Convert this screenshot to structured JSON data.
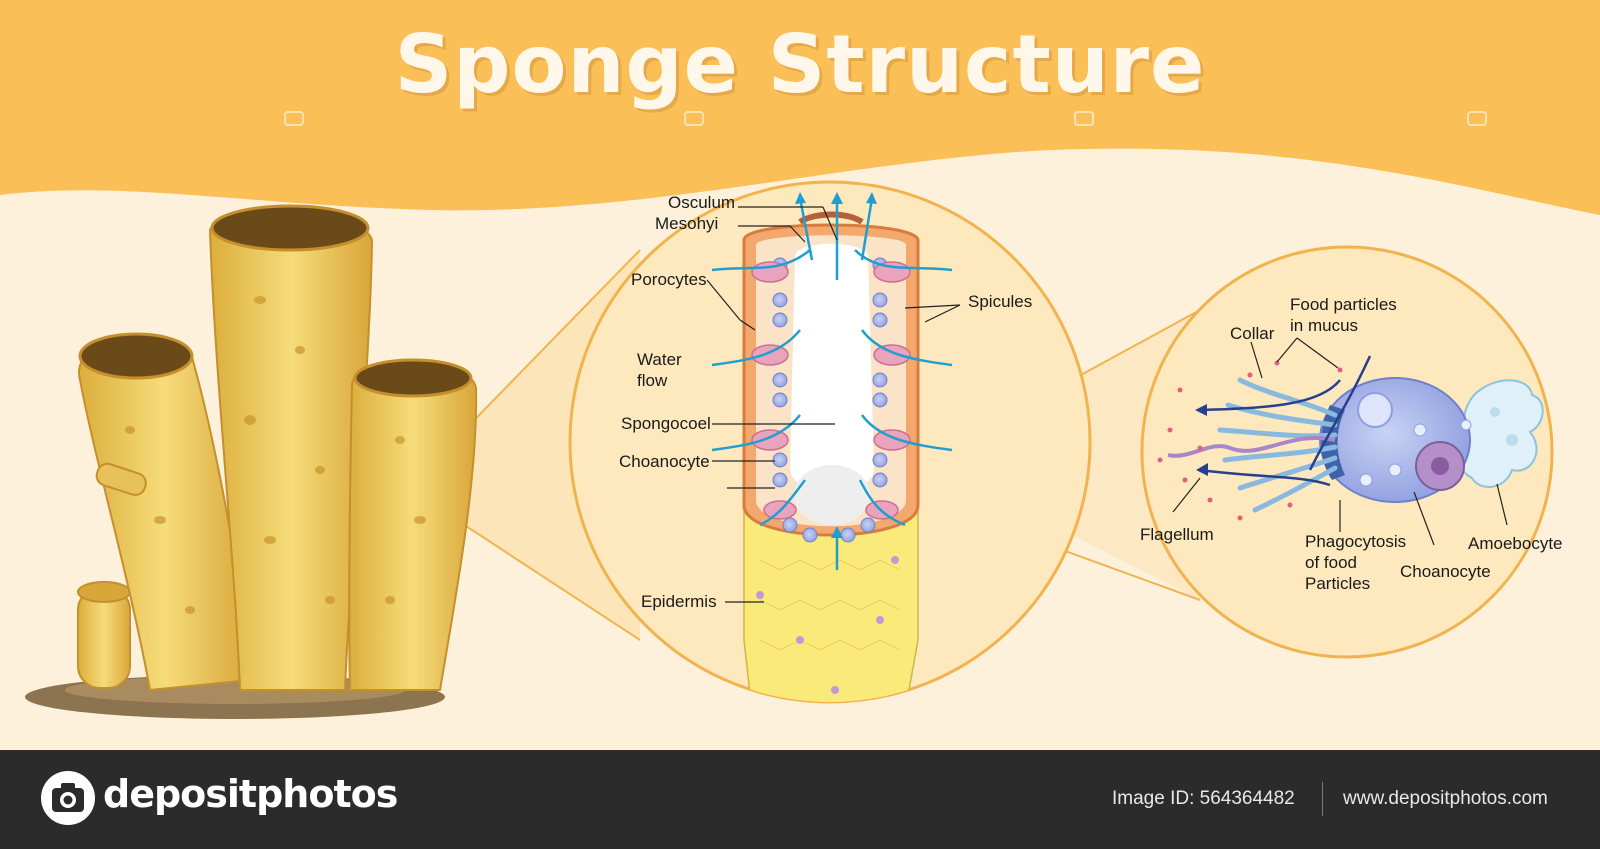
{
  "title": "Sponge Structure",
  "labels": {
    "osculum": "Osculum",
    "mesohyl": "Mesohyi",
    "porocytes": "Porocytes",
    "spicules": "Spicules",
    "water_flow_1": "Water",
    "water_flow_2": "flow",
    "spongocoel": "Spongocoel",
    "choanocyte_mid": "Choanocyte",
    "epidermis": "Epidermis",
    "collar": "Collar",
    "food_particles_1": "Food particles",
    "food_particles_2": "in mucus",
    "flagellum": "Flagellum",
    "phagocytosis_1": "Phagocytosis",
    "phagocytosis_2": "of food",
    "phagocytosis_3": "Particles",
    "choanocyte_right": "Choanocyte",
    "amoebocyte": "Amoebocyte"
  },
  "footer": {
    "brand": "depositphotos",
    "image_id": "Image ID: 564364482",
    "site": "www.depositphotos.com"
  },
  "colors": {
    "banner": "#fbbf57",
    "background": "#fdf1dc",
    "sponge": "#f3d56d",
    "water_arrow": "#1f9fd1",
    "footer": "#2b2b2b"
  }
}
